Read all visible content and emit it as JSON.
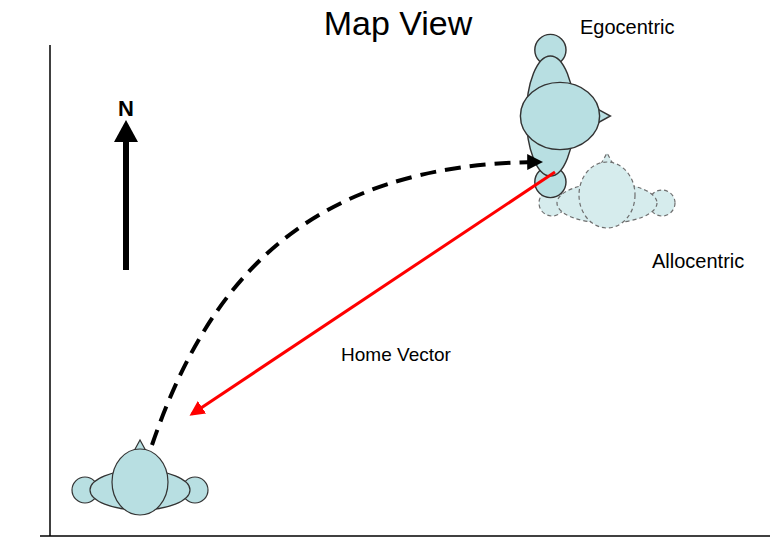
{
  "diagram": {
    "title": "Map View",
    "labels": [
      "N",
      "Egocentric",
      "Allocentric",
      "Home Vector"
    ]
  }
}
